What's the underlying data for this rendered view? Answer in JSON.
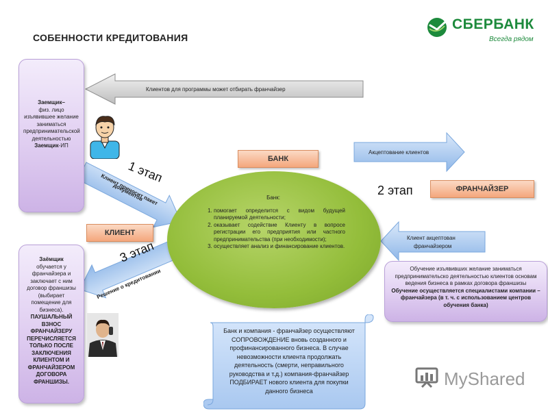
{
  "header": {
    "title": "СОБЕННОСТИ КРЕДИТОВАНИЯ"
  },
  "logo": {
    "name": "СБЕРБАНК",
    "tagline": "Всегда рядом"
  },
  "arrows": {
    "top": "Клиентов для программы может отбирать франчайзер",
    "accept": "Акцептование клиентов",
    "client_accepted": [
      "Клиент акцептован",
      "франчайзером"
    ],
    "stage1": [
      "Клиент приносит пакет",
      "документов"
    ],
    "stage3": "Решение о кредитовании"
  },
  "labels": {
    "bank": "БАНК",
    "franchiser": "ФРАНЧАЙЗЕР",
    "client": "КЛИЕНТ",
    "stage1": "1 этап",
    "stage2": "2 этап",
    "stage3": "3 этап"
  },
  "borrower_top": {
    "heading": "Заемщик–",
    "body": "физ. лицо изъявившее желание заниматься предпринимательской деятельностью",
    "footer_bold": "Заемщик",
    "footer_rest": "-ИП"
  },
  "borrower_bottom": {
    "heading": "Заёмщик",
    "body": "обучается у франчайзера и заключает с ним договор франшизы (выбирает помещение для бизнеса).",
    "bold": "ПАУШАЛЬНЫЙ ВЗНОС ФРАНЧАЙЗЕРУ ПЕРЕЧИСЛЯЕТСЯ ТОЛЬКО ПОСЛЕ ЗАКЛЮЧЕНИЯ КЛИЕНТОМ И ФРАНЧАЙЗЕРОМ ДОГОВОРА ФРАНШИЗЫ."
  },
  "bank_ellipse": {
    "title": "Банк:",
    "items": [
      "помогает определится с видом будущей планируемой деятельности;",
      "оказывает содействие Клиенту в вопросе регистрации его предприятия или частного предпринимательства (при необходимости);",
      "осуществляет анализ и финансирование клиентов."
    ]
  },
  "training": {
    "normal": "Обучение изъявивших желание заниматься предпринимательско деятельностью клиентов основам ведения бизнеса в рамках договора франшизы",
    "bold": "Обучение осуществляется специалистами компании – франчайзера (в т. ч. с использованием центров обучения банка)"
  },
  "scroll": {
    "text": "Банк и компания - франчайзер осуществляют СОПРОВОЖДЕНИЕ вновь созданного и профинансированного бизнеса. В случае невозможности клиента продолжать деятельность (смерти, неправильного руководства и т.д.) компания-франчайзер ПОДБИРАЕТ нового клиента для покупки данного бизнеса"
  },
  "watermark": {
    "text": "MyShared"
  },
  "colors": {
    "brand_green": "#1d8a3c",
    "ellipse_green": "#93bd3a",
    "arrow_blue": "#9cc2ee",
    "box_purple": "#e2d1f2",
    "tag_orange": "#f4a77c"
  }
}
